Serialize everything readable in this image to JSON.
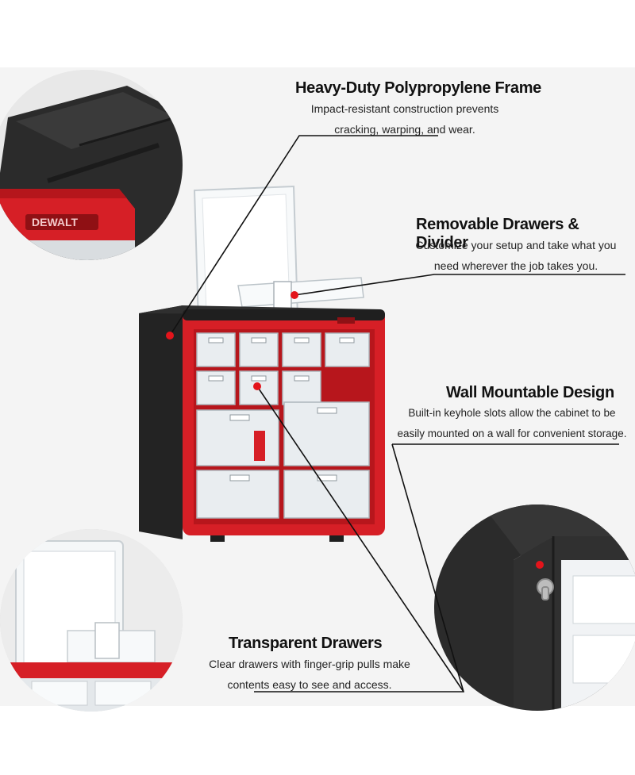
{
  "features": [
    {
      "title": "Heavy-Duty Polypropylene Frame",
      "lines": [
        "Impact-resistant construction prevents",
        "cracking, warping, and wear."
      ]
    },
    {
      "title": "Removable Drawers & Divider",
      "lines": [
        "Customize your setup and take what you",
        "need wherever the job takes you."
      ]
    },
    {
      "title": "Wall Mountable Design",
      "lines": [
        "Built-in keyhole slots allow the cabinet to be",
        "easily mounted on a wall for convenient storage."
      ]
    },
    {
      "title": "Transparent Drawers",
      "lines": [
        "Clear drawers with finger-grip pulls make",
        "contents easy to see and access."
      ]
    }
  ],
  "brand_mark": "DEWALT",
  "colors": {
    "frame_red": "#d61f26",
    "frame_black": "#2a2a2a",
    "accent_dot": "#e3141b",
    "drawer_clear": "#eef1f3",
    "callout_line": "#111111"
  }
}
